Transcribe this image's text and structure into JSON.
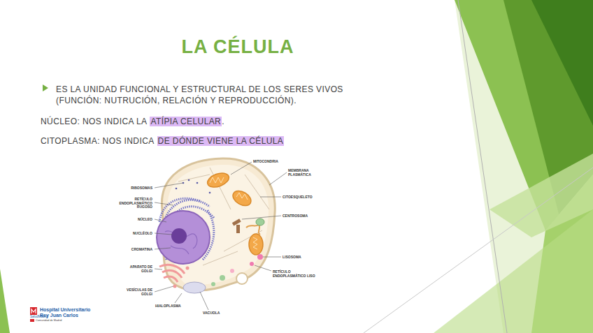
{
  "diagram": {
    "title": "LA CÉLULA",
    "labels": [
      "ES LA UNIDAD FUNCIONAL Y ESTRUCTURAL DE LOS SERES VIVOS (FUNCIÓN: NUTRUCIÓN, RELACIÓN Y REPRODUCCIÓN).",
      "NÚCLEO: NOS INDICA LA",
      "ATÍPIA CELULAR",
      ".",
      "CITOPLASMA: NOS INDICA",
      "DE DÓNDE VIENE LA CÉLULA",
      "MITOCONDRIA",
      "MEMBRANA PLASMÁTICA",
      "RIBOSOMAS",
      "RETÍCULO ENDOPLASMÁTICO RUGOSO",
      "CITOESQUELETO",
      "CENTROSOMA",
      "NÚCLEO",
      "NUCLÉOLO",
      "CROMATINA",
      "LISOSOMA",
      "APARATO DE GOLGI",
      "RETÍCULO ENDOPLASMÁTICO LISO",
      "VESÍCULAS DE GOLGI",
      "HIALOPLASMA",
      "VACUOLA",
      "Hospital Universitario",
      "Rey Juan Carlos",
      "SaludMadrid",
      "Comunidad de Madrid"
    ]
  }
}
